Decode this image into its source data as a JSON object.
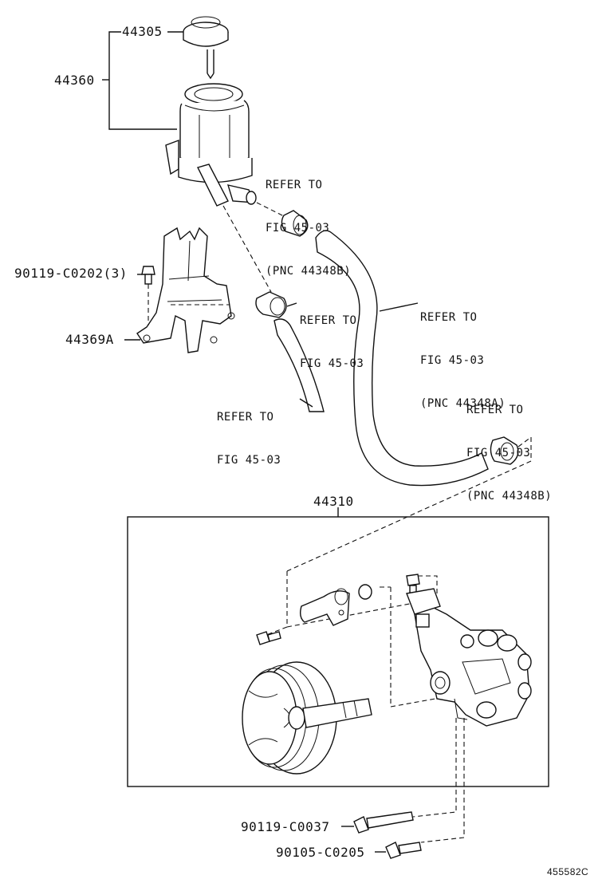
{
  "labels": {
    "p44305": "44305",
    "p44360": "44360",
    "p9011902023": "90119-C0202(3)",
    "p44369a": "44369A",
    "p44310": "44310",
    "p90119c0037": "90119-C0037",
    "p90105c0205": "90105-C0205",
    "illustration_id": "455582C"
  },
  "refs": {
    "ref1": [
      "REFER TO",
      "FIG 45-03",
      "(PNC 44348B)"
    ],
    "ref2": [
      "REFER TO",
      "FIG 45-03"
    ],
    "ref3": [
      "REFER TO",
      "FIG 45-03",
      "(PNC 44348A)"
    ],
    "ref4": [
      "REFER TO",
      "FIG 45-03"
    ],
    "ref5": [
      "REFER TO",
      "FIG 45-03",
      "(PNC 44348B)"
    ]
  }
}
